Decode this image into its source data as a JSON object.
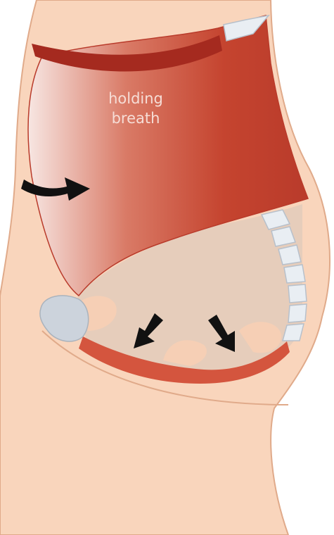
{
  "diagram": {
    "annotation": {
      "line1": "holding",
      "line2": "breath"
    },
    "colors": {
      "skin": "#f9d5bc",
      "skin_outline": "#e0aa8a",
      "muscle_dark": "#b93b2b",
      "muscle_light": "#f7e6e2",
      "abdominal_cavity": "#e6cdbb",
      "spine_vertebra": "#e9eef3",
      "pelvic_bone": "#ccd3dc",
      "pelvic_floor": "#d4553e",
      "arrow": "#111111"
    },
    "icons": {
      "horizontal_arrow": "arrow-right",
      "downward_arrows": "arrow-down-right"
    }
  }
}
